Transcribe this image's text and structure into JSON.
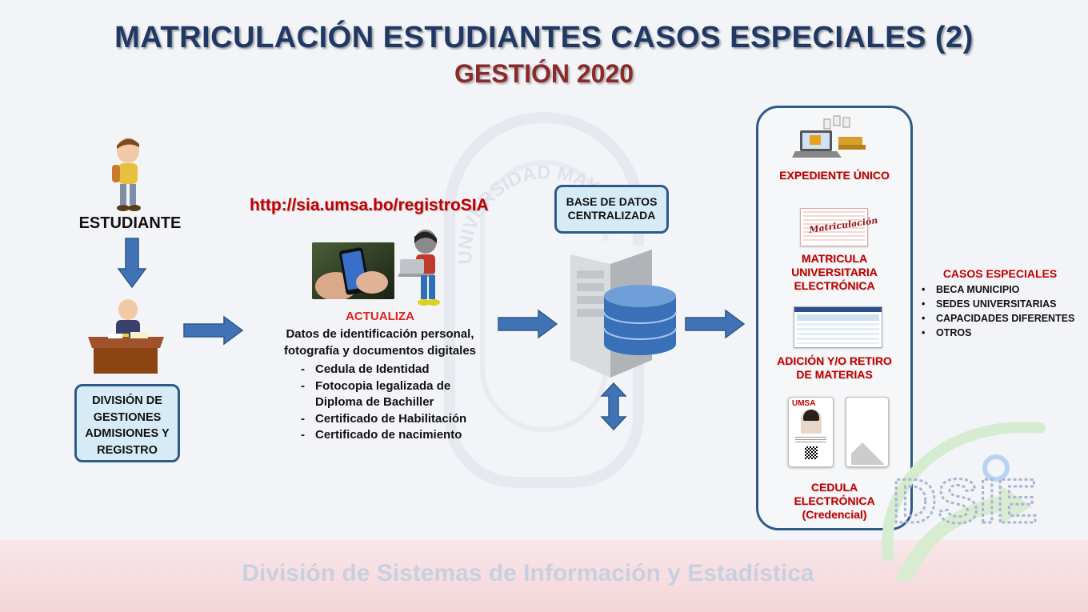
{
  "title": "MATRICULACIÓN ESTUDIANTES CASOS ESPECIALES (2)",
  "subtitle": "GESTIÓN 2020",
  "estudiante_label": "ESTUDIANTE",
  "division_box": "DIVISIÓN DE GESTIONES ADMISIONES Y REGISTRO",
  "url": "http://sia.umsa.bo/registroSIA",
  "actualiza": {
    "heading": "ACTUALIZA",
    "description_line1": "Datos de identificación personal,",
    "description_line2": "fotografía y documentos digitales",
    "documents": [
      "Cedula de Identidad",
      "Fotocopia legalizada de Diploma de Bachiller",
      "Certificado de Habilitación",
      "Certificado de nacimiento"
    ]
  },
  "database_box": "BASE DE DATOS CENTRALIZADA",
  "outputs": {
    "expediente": "EXPEDIENTE ÚNICO",
    "matricula": "MATRICULA UNIVERSITARIA ELECTRÓNICA",
    "matricula_stamp": "Matriculación",
    "adicion": "ADICIÓN Y/O RETIRO DE MATERIAS",
    "cedula": "CEDULA ELECTRÓNICA (Credencial)",
    "card_brand": "UMSA"
  },
  "casos": {
    "heading": "CASOS ESPECIALES",
    "items": [
      "BECA MUNICIPIO",
      "SEDES UNIVERSITARIAS",
      "CAPACIDADES DIFERENTES",
      "OTROS"
    ]
  },
  "footer": "División de Sistemas de Información y Estadística",
  "dsie_logo_text": "DSIE",
  "watermark_text": "UNIVERSIDAD MAYOR PACENSE",
  "colors": {
    "title": "#1f3864",
    "subtitle": "#8b2a2a",
    "accent_red": "#c00000",
    "arrow": "#3f73b5",
    "box_fill": "#d6ebf5"
  }
}
